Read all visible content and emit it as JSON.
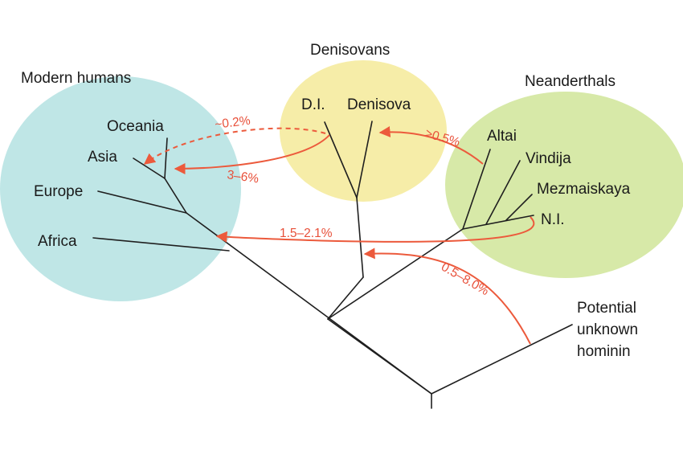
{
  "groups": {
    "modern_humans": {
      "label": "Modern humans",
      "color": "#bfe6e6"
    },
    "denisovans": {
      "label": "Denisovans",
      "color": "#f6eda8"
    },
    "neanderthals": {
      "label": "Neanderthals",
      "color": "#d7e9a8"
    }
  },
  "leaves": {
    "oceania": "Oceania",
    "asia": "Asia",
    "europe": "Europe",
    "africa": "Africa",
    "di": "D.I.",
    "denisova": "Denisova",
    "altai": "Altai",
    "vindija": "Vindija",
    "mezmaiskaya": "Mezmaiskaya",
    "ni": "N.I.",
    "unknown_line1": "Potential",
    "unknown_line2": "unknown",
    "unknown_line3": "hominin"
  },
  "gene_flow": [
    {
      "key": "den_to_oceania",
      "label": "~0.2%",
      "style": "dashed"
    },
    {
      "key": "den_to_asia",
      "label": "3–6%",
      "style": "solid"
    },
    {
      "key": "nea_to_den",
      "label": ">0.5%",
      "style": "solid"
    },
    {
      "key": "nea_to_africa",
      "label": "1.5–2.1%",
      "style": "solid"
    },
    {
      "key": "unknown_to_den",
      "label": "0.5–8.0%",
      "style": "solid"
    }
  ],
  "colors": {
    "arrow": "#ec5a3c",
    "branch": "#1f1f1f"
  }
}
